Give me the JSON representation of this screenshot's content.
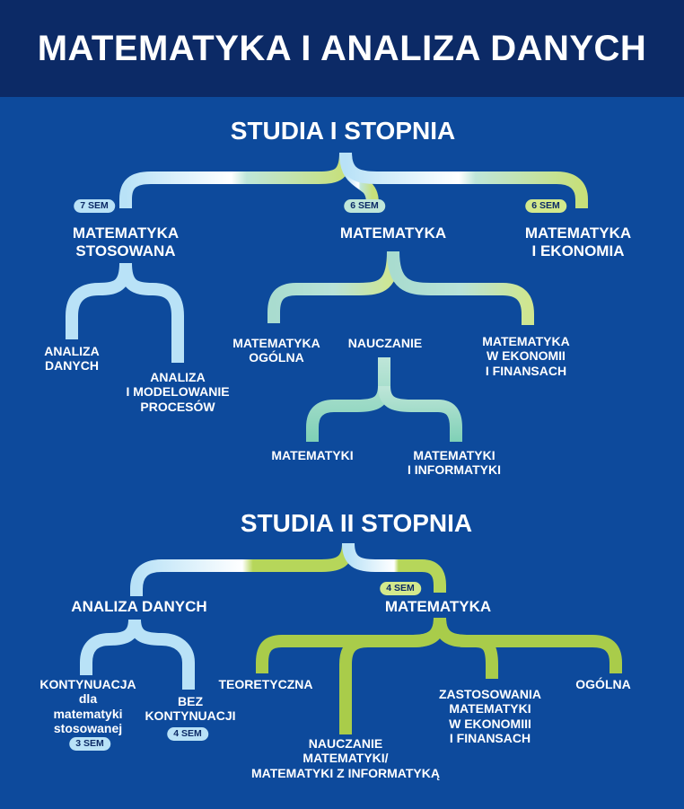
{
  "title": "MATEMATYKA I ANALIZA DANYCH",
  "colors": {
    "background": "#0d4a9c",
    "header": "#0c2a66",
    "light_blue": "#b9e2f7",
    "mint": "#a9dccf",
    "teal": "#7fd0b6",
    "lime": "#a9cc4a"
  },
  "first_degree": {
    "heading": "STUDIA I STOPNIA",
    "programs": [
      {
        "label": "MATEMATYKA\nSTOSOWANA",
        "badge": "7 SEM",
        "specializations": [
          "ANALIZA\nDANYCH",
          "ANALIZA\nI MODELOWANIE\nPROCESÓW"
        ]
      },
      {
        "label": "MATEMATYKA",
        "badge": "6 SEM",
        "specializations": [
          "MATEMATYKA\nOGÓLNA",
          "NAUCZANIE",
          "MATEMATYKA\nW EKONOMII\nI FINANSACH"
        ],
        "teaching_branches": [
          "MATEMATYKI",
          "MATEMATYKI\nI INFORMATYKI"
        ]
      },
      {
        "label": "MATEMATYKA\nI EKONOMIA",
        "badge": "6 SEM"
      }
    ]
  },
  "second_degree": {
    "heading": "STUDIA II STOPNIA",
    "programs": [
      {
        "label": "ANALIZA DANYCH",
        "options": [
          {
            "label": "KONTYNUACJA\ndla\nmatematyki\nstosowanej",
            "badge": "3 SEM"
          },
          {
            "label": "BEZ\nKONTYNUACJI",
            "badge": "4 SEM"
          }
        ]
      },
      {
        "label": "MATEMATYKA",
        "badge": "4 SEM",
        "specializations": [
          "TEORETYCZNA",
          "NAUCZANIE\nMATEMATYKI/\nMATEMATYKI Z INFORMATYKĄ",
          "ZASTOSOWANIA\nMATEMATYKI\nW EKONOMIII\nI FINANSACH",
          "OGÓLNA"
        ]
      }
    ]
  }
}
